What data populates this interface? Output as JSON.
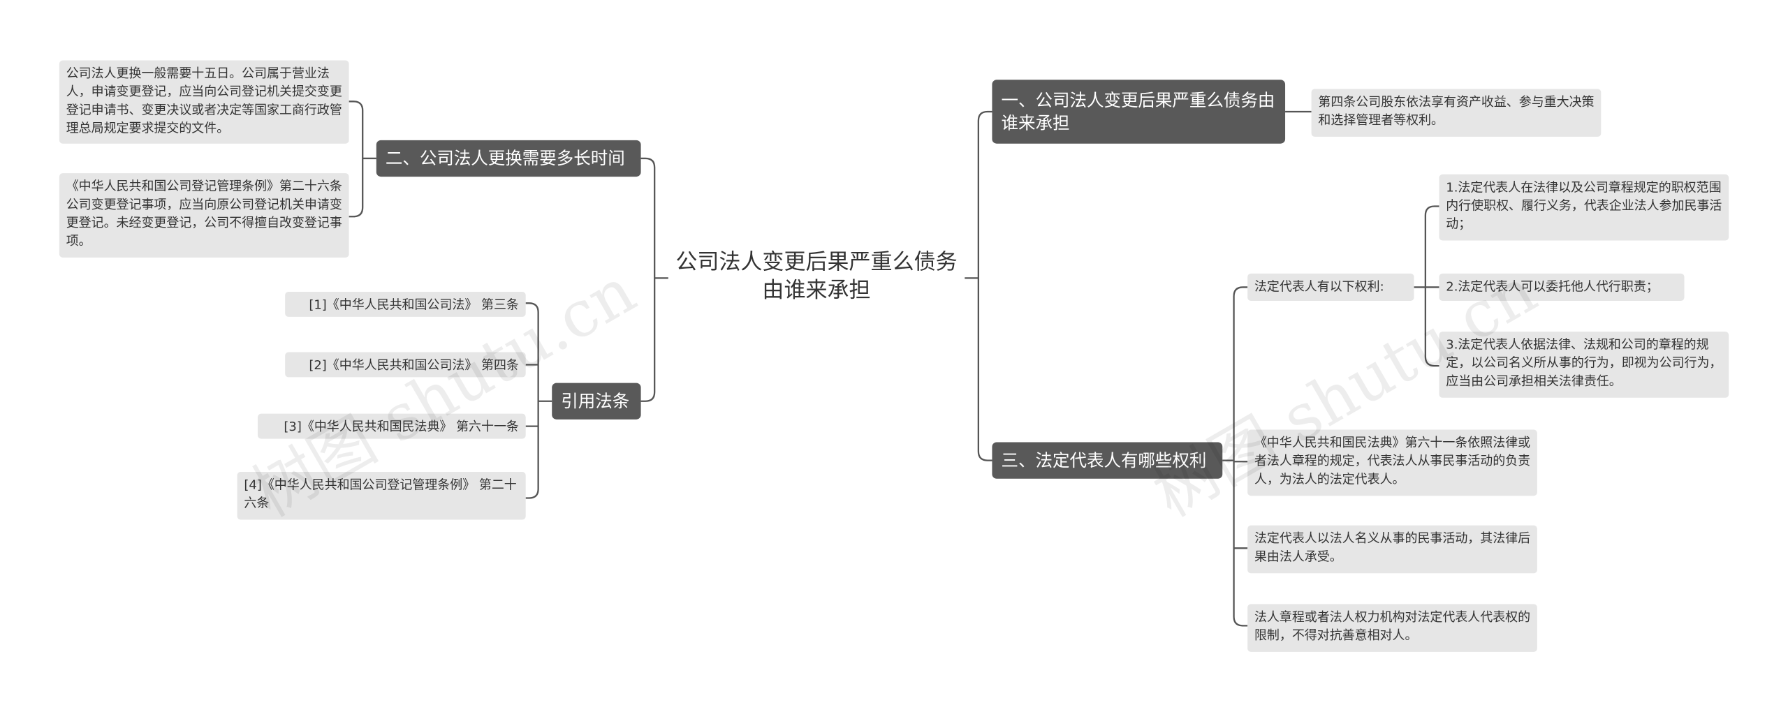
{
  "root": {
    "title": "公司法人变更后果严重么债务由谁来承担"
  },
  "branches": {
    "b1": {
      "label": "一、公司法人变更后果严重么债务由谁来承担"
    },
    "b2": {
      "label": "二、公司法人更换需要多长时间"
    },
    "b3": {
      "label": "三、法定代表人有哪些权利"
    },
    "b4": {
      "label": "引用法条"
    }
  },
  "leaves": {
    "b1_1": "第四条公司股东依法享有资产收益、参与重大决策和选择管理者等权利。",
    "b2_1": "公司法人更换一般需要十五日。公司属于营业法人，申请变更登记，应当向公司登记机关提交变更登记申请书、变更决议或者决定等国家工商行政管理总局规定要求提交的文件。",
    "b2_2": "《中华人民共和国公司登记管理条例》第二十六条公司变更登记事项，应当向原公司登记机关申请变更登记。未经变更登记，公司不得擅自改变登记事项。",
    "b3_1": "法定代表人有以下权利:",
    "b3_1_1": "1.法定代表人在法律以及公司章程规定的职权范围内行使职权、履行义务，代表企业法人参加民事活动；",
    "b3_1_2": "2.法定代表人可以委托他人代行职责；",
    "b3_1_3": "3.法定代表人依据法律、法规和公司的章程的规定，以公司名义所从事的行为，即视为公司行为，应当由公司承担相关法律责任。",
    "b3_2": "《中华人民共和国民法典》第六十一条依照法律或者法人章程的规定，代表法人从事民事活动的负责人，为法人的法定代表人。",
    "b3_3": "法定代表人以法人名义从事的民事活动，其法律后果由法人承受。",
    "b3_4": "法人章程或者法人权力机构对法定代表人代表权的限制，不得对抗善意相对人。",
    "b4_1": "[1]《中华人民共和国公司法》 第三条",
    "b4_2": "[2]《中华人民共和国公司法》 第四条",
    "b4_3": "[3]《中华人民共和国民法典》 第六十一条",
    "b4_4": "[4]《中华人民共和国公司登记管理条例》 第二十六条"
  },
  "watermark": {
    "text": "树图 shutu.cn"
  },
  "colors": {
    "branch_bg": "#595959",
    "leaf_bg": "#e6e6e6",
    "line": "#555555",
    "text": "#333333"
  }
}
